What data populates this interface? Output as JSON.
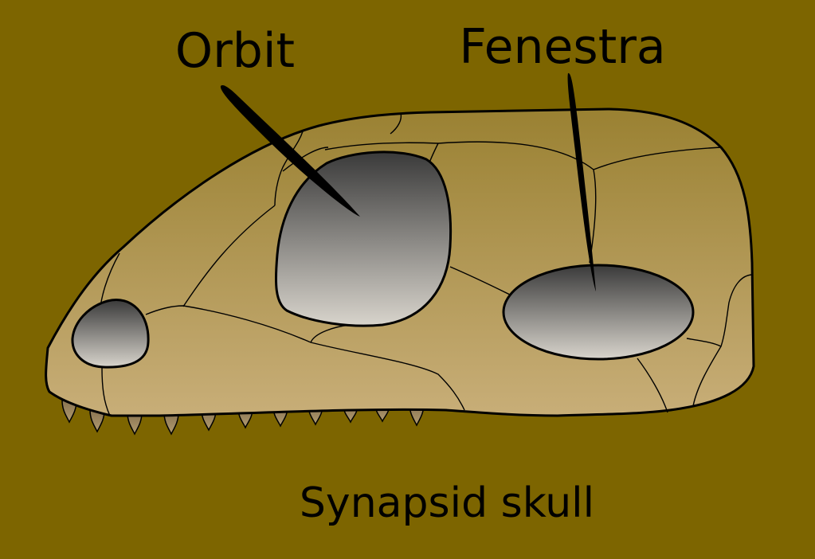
{
  "labels": {
    "orbit": "Orbit",
    "fenestra": "Fenestra",
    "caption": "Synapsid skull"
  },
  "colors": {
    "background": "#7d6500",
    "skull_top": "#9a8132",
    "skull_bottom": "#c8ae78",
    "opening_top": "#3a3a3a",
    "opening_bottom": "#d8d4cc",
    "tooth": "#9a8460"
  }
}
